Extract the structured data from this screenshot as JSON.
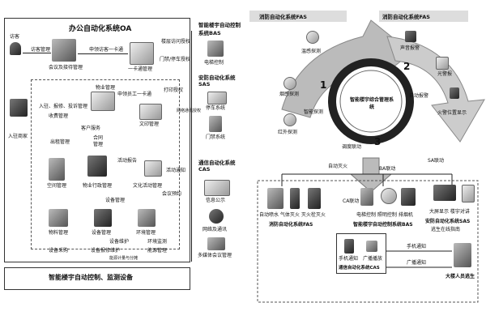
{
  "left": {
    "oa_title": "办公自动化系统OA",
    "visitor": "访客",
    "visitor_mgmt": "访客管理",
    "meeting": "会议及接待管理",
    "visitor_card": "申领访客一卡通",
    "one_card": "一卡通管理",
    "building_auth": "楼层访问授权",
    "parking_auth": "门禁/停车授权",
    "property": "物业管理",
    "staff_card": "申领员工一卡通",
    "print_auth": "打印授权",
    "checkin": [
      "入驻、报修、投诉管理",
      "收费管理"
    ],
    "tenant": "入驻商家",
    "customer_service": "客户服务",
    "contract": [
      "合同",
      "管理"
    ],
    "doc_print": "文印管理",
    "rent_mgmt": "出租管理",
    "activity_report": "活动报告",
    "space_mgmt": "空间管理",
    "admin_mgmt": "物业行政管理",
    "culture_mgmt": "文化活动管理",
    "device_mgmt_line": "设备管理",
    "material": "物料管理",
    "equipment": "设备管理",
    "environment": "环境管理",
    "bottom_links": [
      "设备维护",
      "能源计量与分摊",
      "环境监测",
      "能源管理",
      "设备采购",
      "设备报修维护"
    ],
    "bottom_bar": "智能楼宇自动控制、监测设备",
    "network_label": "网络通讯授权",
    "env_label": "环境监测",
    "activity_notice": "活动通知",
    "meeting_booking": "会议预约"
  },
  "mid": {
    "bas_title": "智能楼宇自动控制系统BAS",
    "elevator": "电梯控制",
    "sas_title": "安防自动化系统SAS",
    "parking": "停车系统",
    "access": "门禁系统",
    "cas_title": "通信自动化系统CAS",
    "info_board": "信息公示",
    "network": "网络及通讯",
    "multimedia": "多媒体会议管理"
  },
  "right": {
    "fas_title_left": "消防自动化系统FAS",
    "temp": "温感探测",
    "smoke": "烟感探测",
    "infrared": "红外探测",
    "smart_detect": "智能探测",
    "fas_title_right": "消防自动化系统FAS",
    "sound_alarm": "声音报警",
    "light_alarm": "光警报",
    "fire_display": "火警位置显示",
    "smart_alarm": "自动报警",
    "center": "智能楼宇综合管理系统",
    "num1": "1",
    "num2": "2",
    "num3": "3",
    "dispatch": "调度联动",
    "auto_fire": "自动灭火",
    "ba_link": "BA联动",
    "sa_link": "SA联动",
    "ca_link": "CA联动",
    "fire_items": "自动喷水 气体灭火 灭火栓灭火",
    "fire_sys": "消防自动化系统FAS",
    "elevator_items": "电梯控制 照明控制 排烟机",
    "bas_sys": "智能楼宇自动控制系统BAS",
    "sas_items": "大屏显示 楼宇对讲",
    "sas_sys": "安防自动化系统SAS",
    "escape_guide": "逃生在线指南",
    "mobile": "手机通知",
    "broadcast": "广播播放",
    "cas_sys": "通信自动化系统CAS",
    "mobile_notice": "手机通知",
    "broadcast_notice": "广播通知",
    "evacuate": "大楼人员逃生"
  }
}
